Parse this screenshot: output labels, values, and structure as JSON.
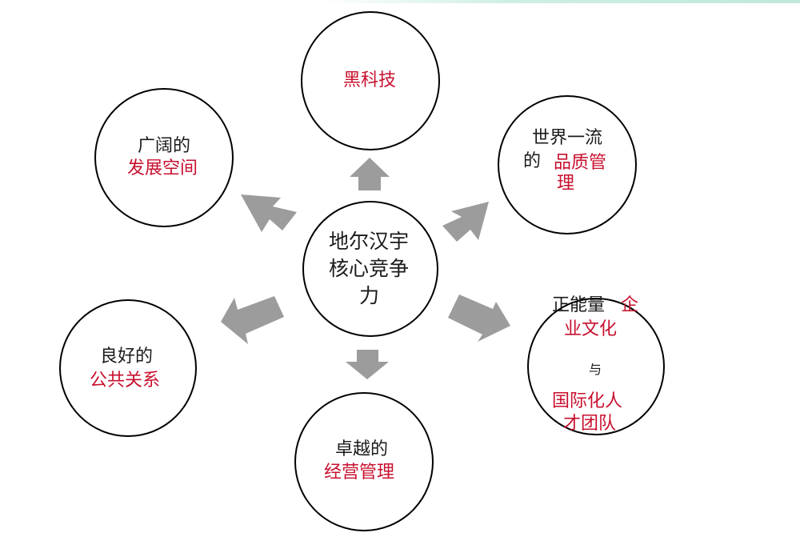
{
  "diagram": {
    "center": {
      "line1": "地尔汉宇",
      "line2": "核心竞争",
      "line3": "力"
    },
    "nodes": {
      "top": {
        "red": "黑科技"
      },
      "top_left": {
        "dark": "广阔的",
        "red": "发展空间"
      },
      "top_right": {
        "dark1": "世界一流",
        "dark2": "的",
        "red1": "品质管",
        "red2": "理"
      },
      "right": {
        "dark1": "正能量",
        "red1": "企",
        "red2": "业文化",
        "small": "与",
        "red3": "国际化人",
        "red4": "才团队"
      },
      "left": {
        "dark": "良好的",
        "red": "公共关系"
      },
      "bottom": {
        "dark": "卓越的",
        "red": "经营管理"
      }
    },
    "colors": {
      "circle_stroke": "#000000",
      "arrow_fill": "#9c9c9c",
      "highlight_text": "#c8102e",
      "body_text": "#1a1a1a"
    }
  }
}
